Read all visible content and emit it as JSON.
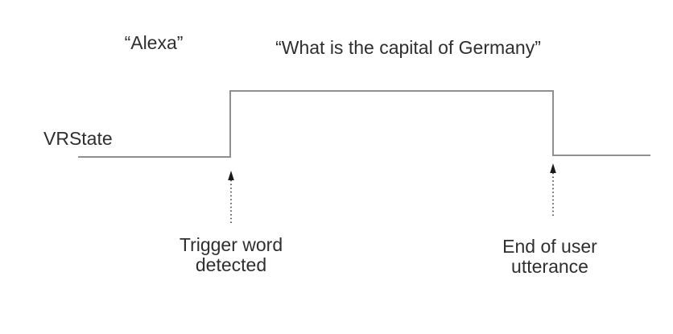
{
  "diagram": {
    "spoken_words": {
      "trigger": "“Alexa”",
      "utterance": "“What is the capital of Germany”"
    },
    "signal": {
      "name": "VRState",
      "initial_state": "low",
      "events": [
        {
          "event": "Trigger word detected",
          "transition": "low-to-high"
        },
        {
          "event": "End of user utterance",
          "transition": "high-to-low"
        }
      ]
    },
    "annotations": {
      "rising_edge": "Trigger word\ndetected",
      "falling_edge": "End of user\nutterance"
    },
    "colors": {
      "background": "#ffffff",
      "signal_line": "#8f8f8f",
      "text": "#2f2f2f",
      "arrow": "#2a2a2a"
    }
  }
}
